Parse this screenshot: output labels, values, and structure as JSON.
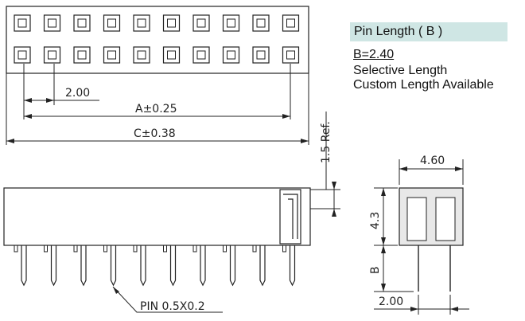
{
  "panel": {
    "title": "Pin Length ( B )",
    "b_value": "B=2.40",
    "line1": "Selective Length",
    "line2": "Custom Length Available"
  },
  "dimensions": {
    "pitch_top": "2.00",
    "a": "A±0.25",
    "c": "C±0.38",
    "ref": "1.5 Ref.",
    "width_side": "4.60",
    "height_side": "4.3",
    "b_label": "B",
    "pitch_side": "2.00",
    "pin": "PIN 0.5X0.2"
  },
  "colors": {
    "line": "#222222",
    "panel_bg": "#cfe6e4"
  }
}
